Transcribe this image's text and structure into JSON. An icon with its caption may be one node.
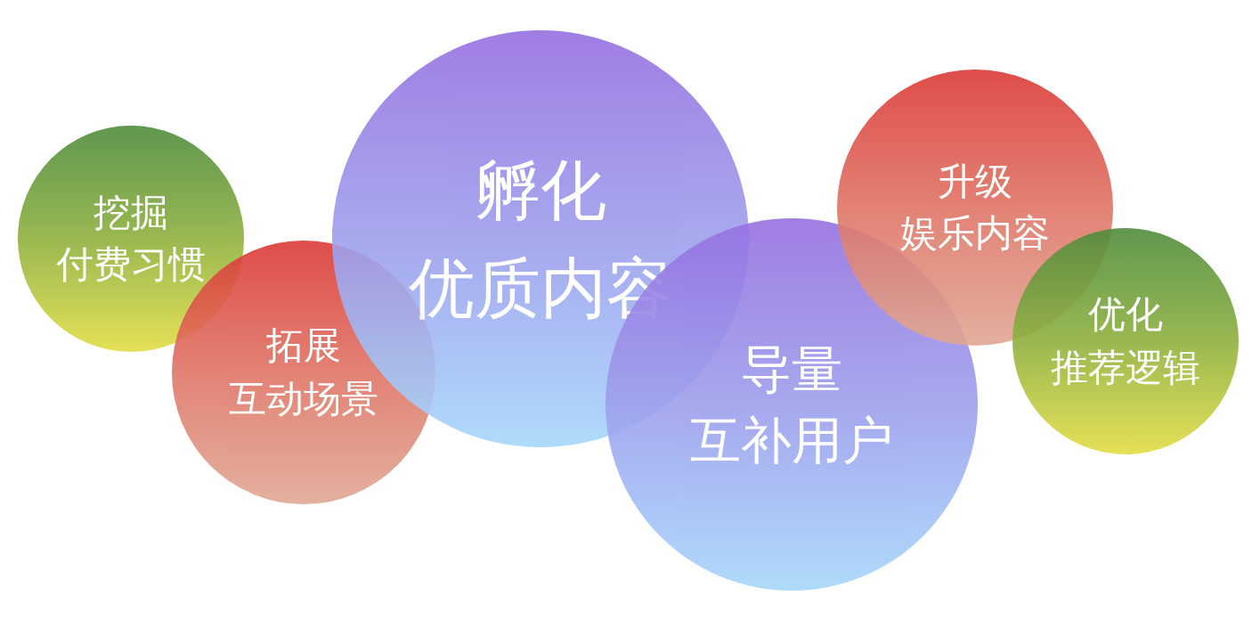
{
  "diagram": {
    "nodes": [
      {
        "text": [
          "挖掘",
          "付费习惯"
        ]
      },
      {
        "text": [
          "拓展",
          "互动场景"
        ]
      },
      {
        "text": [
          "孵化",
          "优质内容"
        ]
      },
      {
        "text": [
          "导量",
          "互补用户"
        ]
      },
      {
        "text": [
          "升级",
          "娱乐内容"
        ]
      },
      {
        "text": [
          "优化",
          "推荐逻辑"
        ]
      }
    ]
  }
}
